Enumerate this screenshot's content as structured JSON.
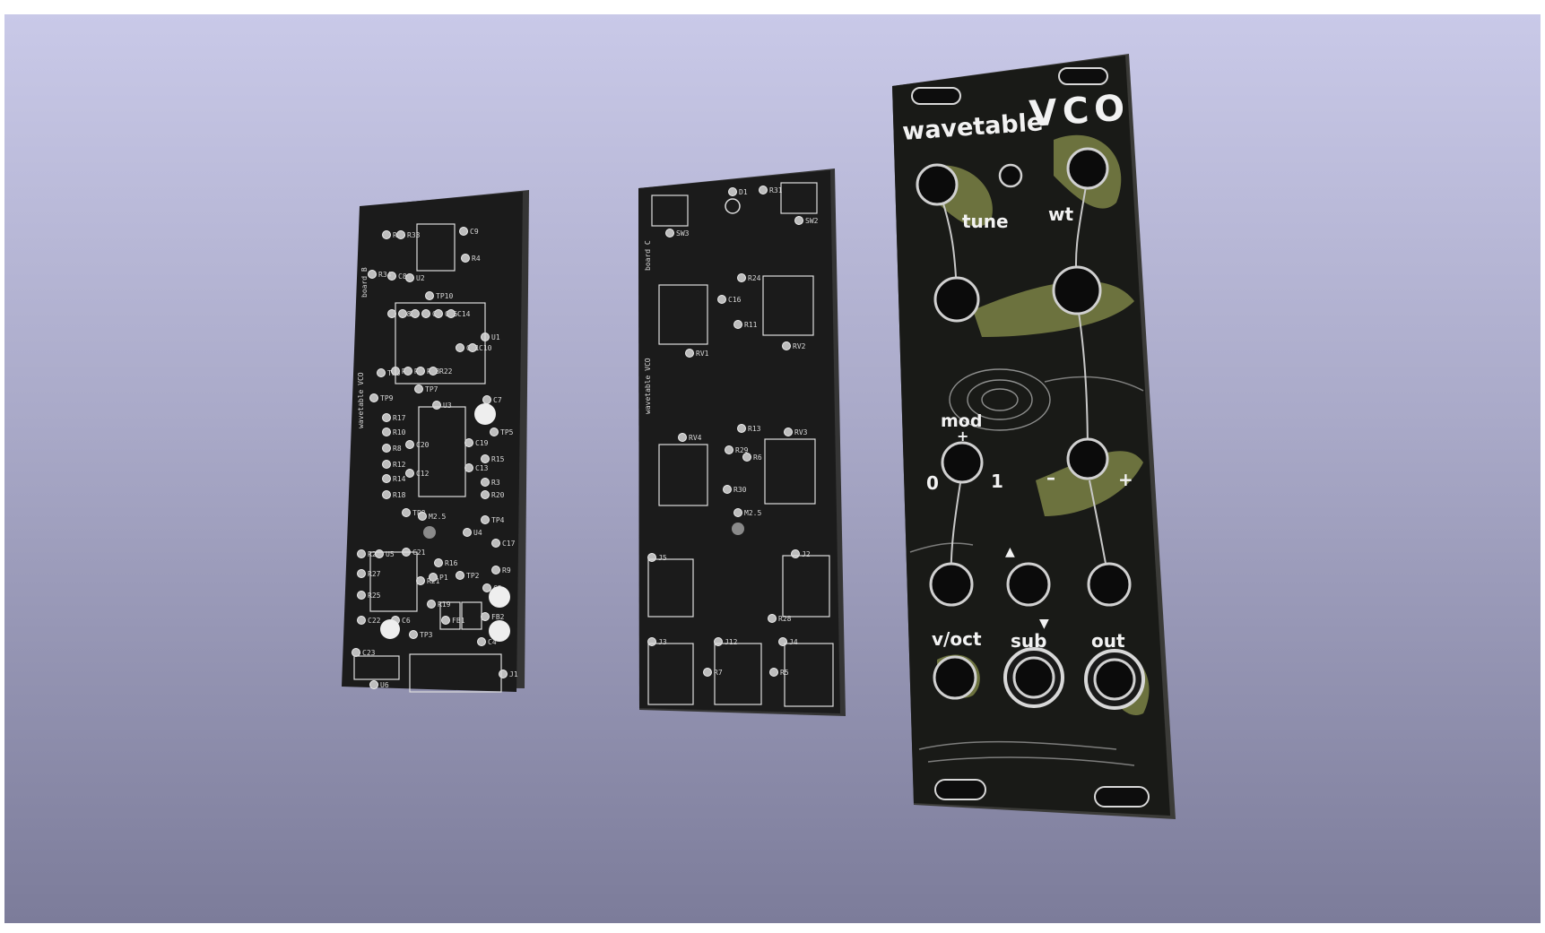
{
  "scene": {
    "colors": {
      "background_top": "#c9c9e8",
      "background_bottom": "#7c7c9a",
      "pcb_black": "#1c1c1c",
      "silkscreen": "#e6e6e6",
      "pad": "#bdbdbd",
      "panel_black": "#191a17",
      "panel_green": "#7b8345"
    }
  },
  "board_b": {
    "vertical_labels": [
      "board B",
      "wavetable VCO"
    ],
    "components": [
      "R35",
      "R33",
      "C9",
      "R4",
      "C8",
      "U2",
      "R34",
      "TP10",
      "C18",
      "C2",
      "C1",
      "C3",
      "C15",
      "C14",
      "U1",
      "C11",
      "C10",
      "TP6",
      "R2",
      "R1",
      "R23",
      "R22",
      "TP7",
      "TP9",
      "C7",
      "U3",
      "R17",
      "R10",
      "R8",
      "R12",
      "R14",
      "R18",
      "C20",
      "C12",
      "C19",
      "C13",
      "TP5",
      "R15",
      "R3",
      "R20",
      "TP8",
      "M2.5",
      "TP4",
      "U4",
      "R26",
      "C21",
      "U5",
      "R16",
      "C17",
      "R9",
      "R27",
      "R25",
      "R21",
      "P1",
      "TP2",
      "C5",
      "R19",
      "FB1",
      "FB2",
      "C22",
      "C6",
      "TP3",
      "C4",
      "C23",
      "J1",
      "U6"
    ]
  },
  "board_c": {
    "vertical_labels": [
      "board C",
      "wavetable VCO"
    ],
    "components": [
      "D1",
      "R31",
      "SW3",
      "SW2",
      "R24",
      "C16",
      "R11",
      "RV1",
      "RV2",
      "R13",
      "RV4",
      "R29",
      "R6",
      "RV3",
      "R30",
      "M2.5",
      "J5",
      "J2",
      "R28",
      "J3",
      "J12",
      "J4",
      "R7",
      "R5"
    ]
  },
  "panel": {
    "title_part1": "wavetable",
    "title_part2": "VCO",
    "labels": {
      "tune": "tune",
      "wt": "wt",
      "mod": "mod",
      "mod_plus": "+",
      "zero": "0",
      "one": "1",
      "minus": "–",
      "plus": "+",
      "voct": "v/oct",
      "sub": "sub",
      "out": "out",
      "up_arrow": "▲",
      "down_arrow": "▼"
    }
  }
}
